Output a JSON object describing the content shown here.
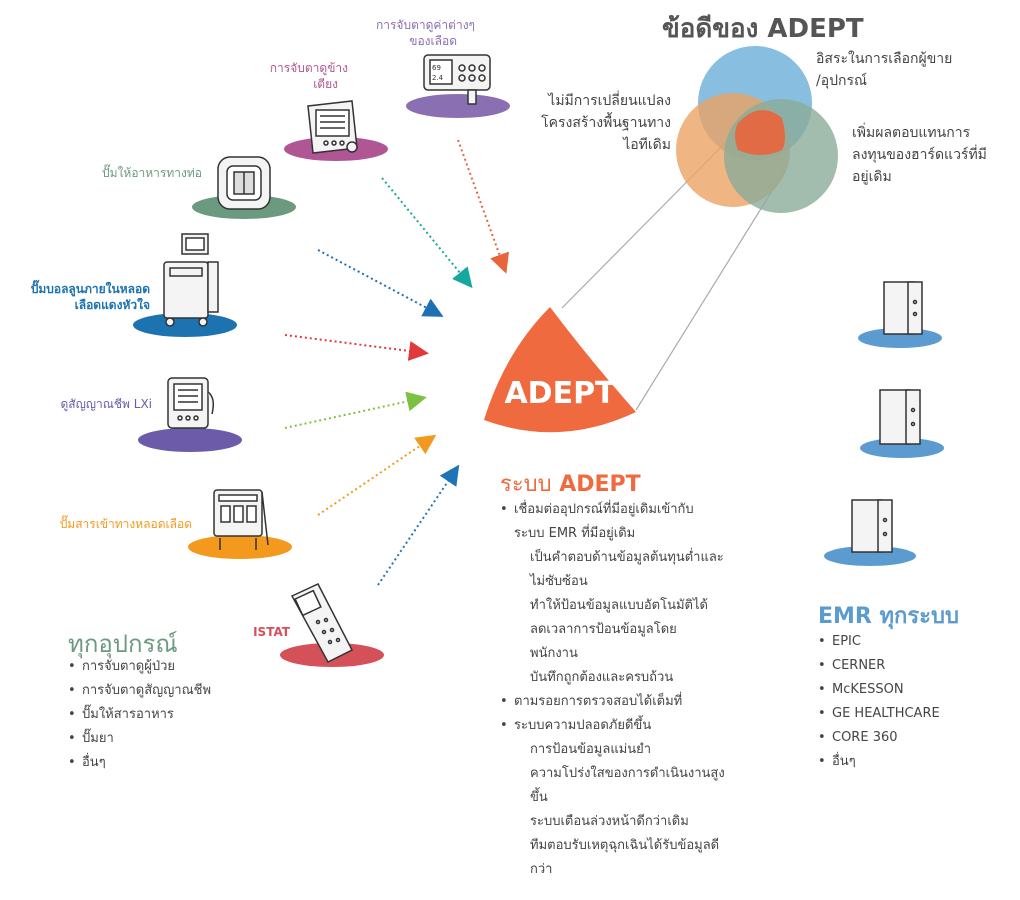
{
  "colors": {
    "adept_orange": "#ef6a3f",
    "emr_blue": "#5b9bd0",
    "venn_blue": "#6aaed8",
    "venn_orange": "#eba364",
    "venn_green": "#8bab98",
    "devices_green": "#6c9a80"
  },
  "devices": [
    {
      "id": "monitor-blood",
      "label_lines": [
        "การจับตาดูค่าต่างๆ",
        "ของเลือด"
      ],
      "color": "#8a6fb3",
      "icon": "blood-analyzer-icon"
    },
    {
      "id": "bedside-monitor",
      "label_lines": [
        "การจับตาดูข้าง",
        "เตียง"
      ],
      "color": "#b05694",
      "icon": "bedside-monitor-icon"
    },
    {
      "id": "feeding-pump",
      "label_lines": [
        "ปั๊มให้อาหารทางท่อ"
      ],
      "color": "#6c9a80",
      "icon": "feeding-pump-icon"
    },
    {
      "id": "balloon-pump",
      "label_lines": [
        "ปั๊มบอลลูนภายในหลอด",
        "เลือดแดงหัวใจ"
      ],
      "color": "#1d72b0",
      "icon": "balloon-pump-icon"
    },
    {
      "id": "vitals-lxi",
      "label_lines": [
        "ดูสัญญาณชีพ LXi"
      ],
      "color": "#6b5ba8",
      "icon": "vitals-monitor-icon"
    },
    {
      "id": "infusion-pump",
      "label_lines": [
        "ปั๊มสารเข้าทางหลอดเลือด"
      ],
      "color": "#f39a1e",
      "icon": "infusion-pump-icon"
    },
    {
      "id": "istat",
      "label_lines": [
        "ISTAT"
      ],
      "color": "#d5515a",
      "icon": "handheld-scanner-icon"
    }
  ],
  "all_devices": {
    "title": "ทุกอุปกรณ์",
    "items": [
      "การจับตาดูผู้ป่วย",
      "การจับตาดูสัญญาณชีพ",
      "ปั๊มให้สารอาหาร",
      "ปั๊มยา",
      "อื่นๆ"
    ]
  },
  "hub": {
    "label": "ADEPT"
  },
  "benefits": {
    "title": "ข้อดีของ ADEPT",
    "vendor": [
      "อิสระในการเลือกผู้ขาย",
      "/อุปกรณ์"
    ],
    "infra": [
      "ไม่มีการเปลี่ยนแปลง",
      "โครงสร้างพื้นฐานทาง",
      "ไอทีเดิม"
    ],
    "roi": [
      "เพิ่มผลตอบแทนการ",
      "ลงทุนของฮาร์ดแวร์ที่มี",
      "อยู่เดิม"
    ]
  },
  "adept_system": {
    "title_prefix": "ระบบ",
    "title_name": "ADEPT",
    "bullets": [
      {
        "level": 1,
        "text": "เชื่อมต่ออุปกรณ์ที่มีอยู่เดิมเข้ากับ"
      },
      {
        "level": 2,
        "text": "ระบบ EMR ที่มีอยู่เดิม",
        "indent": "half"
      },
      {
        "level": 2,
        "text": "เป็นคำตอบด้านข้อมูลต้นทุนต่ำและ"
      },
      {
        "level": 2,
        "text": "ไม่ซับซ้อน"
      },
      {
        "level": 2,
        "text": "ทำให้ป้อนข้อมูลแบบอัตโนมัติได้"
      },
      {
        "level": 2,
        "text": "ลดเวลาการป้อนข้อมูลโดย"
      },
      {
        "level": 2,
        "text": "พนักงาน"
      },
      {
        "level": 2,
        "text": "บันทึกถูกต้องและครบถ้วน"
      },
      {
        "level": 1,
        "text": "ตามรอยการตรวจสอบได้เต็มที่"
      },
      {
        "level": 1,
        "text": "ระบบความปลอดภัยดีขึ้น"
      },
      {
        "level": 2,
        "text": "การป้อนข้อมูลแม่นยำ"
      },
      {
        "level": 2,
        "text": "ความโปร่งใสของการดำเนินงานสูง"
      },
      {
        "level": 2,
        "text": "ขึ้น"
      },
      {
        "level": 2,
        "text": "ระบบเตือนล่วงหน้าดีกว่าเดิม"
      },
      {
        "level": 2,
        "text": "ทีมตอบรับเหตุฉุกเฉินได้รับข้อมูลดี"
      },
      {
        "level": 2,
        "text": "กว่า"
      }
    ]
  },
  "emr": {
    "title": "EMR ทุกระบบ",
    "items": [
      "EPIC",
      "CERNER",
      "McKESSON",
      "GE HEALTHCARE",
      "CORE 360",
      "อื่นๆ"
    ]
  }
}
